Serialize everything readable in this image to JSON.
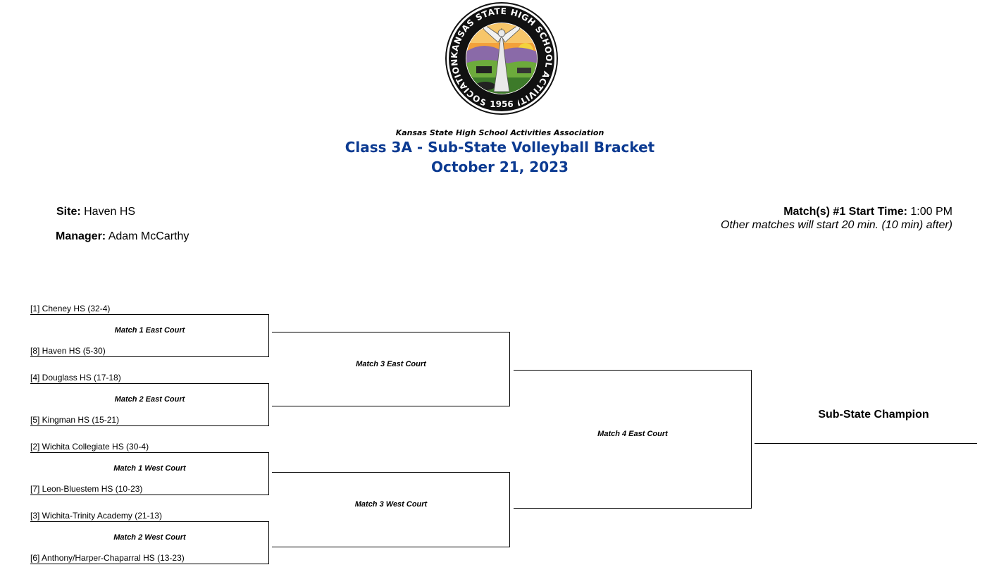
{
  "header": {
    "logo_text": "KANSAS STATE HIGH SCHOOL ACTIVITIES ASSOCIATION, INC.",
    "logo_year": "1956",
    "organization": "Kansas State High School Activities Association",
    "title": "Class 3A - Sub-State Volleyball Bracket",
    "date": "October 21, 2023"
  },
  "info": {
    "site_label": "Site:",
    "site_value": "Haven HS",
    "manager_label": "Manager:",
    "manager_value": "Adam McCarthy",
    "start_label": "Match(s) #1 Start Time:",
    "start_value": "1:00 PM",
    "other_matches": "Other matches will start 20 min. (10 min) after)"
  },
  "bracket": {
    "teams": [
      "[1] Cheney HS (32-4)",
      "[8] Haven HS (5-30)",
      "[4] Douglass HS (17-18)",
      "[5] Kingman HS (15-21)",
      "[2] Wichita Collegiate HS (30-4)",
      "[7] Leon-Bluestem HS (10-23)",
      "[3] Wichita-Trinity Academy (21-13)",
      "[6] Anthony/Harper-Chaparral HS (13-23)"
    ],
    "round1": [
      "Match 1 East Court",
      "Match 2 East Court",
      "Match 1 West Court",
      "Match 2 West Court"
    ],
    "round2": [
      "Match 3 East Court",
      "Match 3 West Court"
    ],
    "final": "Match 4 East Court",
    "champion_label": "Sub-State Champion"
  }
}
